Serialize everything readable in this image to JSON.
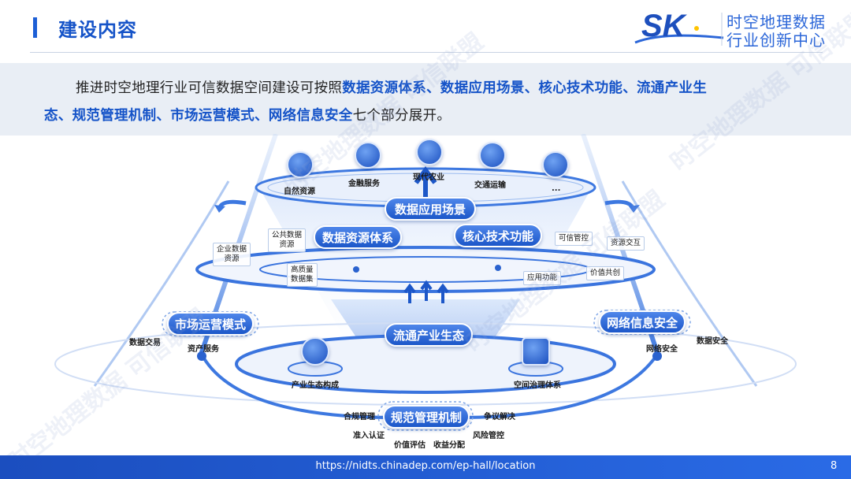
{
  "header": {
    "title": "建设内容",
    "logo": {
      "mark": "SK",
      "line1": "时空地理数据",
      "line2": "行业创新中心"
    }
  },
  "intro": {
    "line1_plain": "推进时空地理行业可信数据空间建设可按照",
    "line1_bold": "数据资源体系、数据应用场景、核心技术功能、流通产业生",
    "line2_bold": "态、规范管理机制、市场运营模式、网络信息安全",
    "line2_plain": "七个部分展开。"
  },
  "diagram": {
    "top_items": [
      "自然资源",
      "金融服务",
      "现代农业",
      "交通运输",
      "..."
    ],
    "top_icons": [
      "leaf-icon",
      "coin-icon",
      "farm-icon",
      "car-icon",
      "chart-icon"
    ],
    "pills": {
      "scenario": "数据应用场景",
      "resource": "数据资源体系",
      "tech": "核心技术功能",
      "industry": "流通产业生态",
      "market": "市场运营模式",
      "security": "网络信息安全",
      "governance": "规范管理机制"
    },
    "tags": {
      "public_data": "公共数据\n资源",
      "enterprise_data": "企业数据\n资源",
      "quality_dataset": "高质量\n数据集",
      "trusted_control": "可信管控",
      "resource_exchange": "资源交互",
      "app_function": "应用功能",
      "value_cocreation": "价值共创"
    },
    "market_labels": {
      "trade": "数据交易",
      "asset": "资产服务"
    },
    "security_labels": {
      "network": "网络安全",
      "data": "数据安全"
    },
    "industry_labels": {
      "composition": "产业生态构成",
      "space_gov": "空间治理体系"
    },
    "governance_labels": {
      "compliance": "合规管理",
      "dispute": "争议解决",
      "access": "准入认证",
      "risk": "风险管控",
      "valuation": "价值评估",
      "distribution": "收益分配"
    },
    "watermark": "时空地理数据 可信联盟"
  },
  "footer": {
    "url": "https://nidts.chinadep.com/ep-hall/location",
    "page": "8"
  },
  "colors": {
    "brand": "#1553c8",
    "accent": "#2a6be6",
    "band": "#e9eef5"
  }
}
